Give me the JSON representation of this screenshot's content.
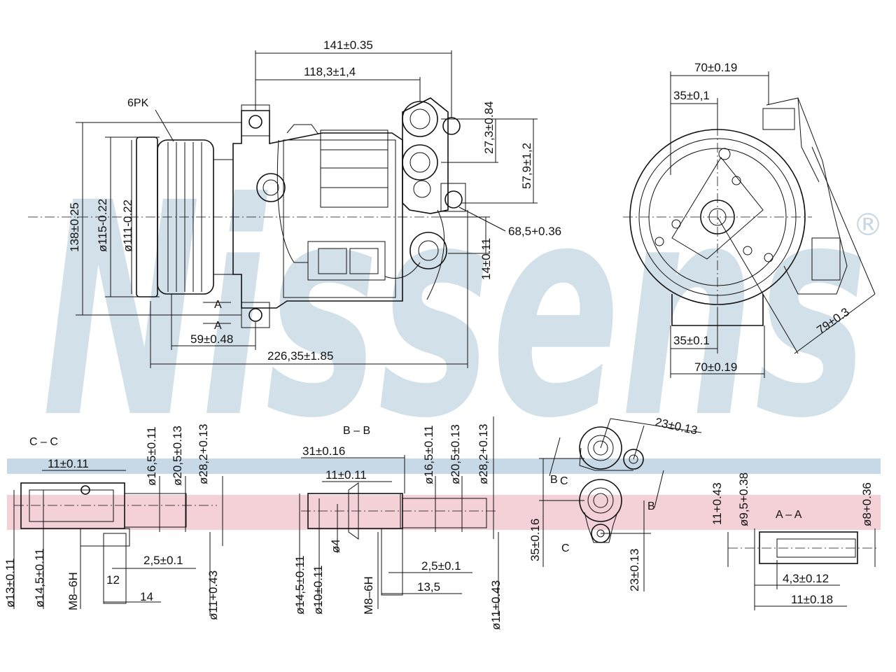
{
  "watermark": {
    "brand": "Nissens",
    "registered": "®",
    "blue_band_color": "#c7d9e6",
    "pink_band_color": "#f2c9d0"
  },
  "main_view": {
    "pulley_label": "6PK",
    "dim_141": "141±0.35",
    "dim_118": "118,3±1,4",
    "dim_138": "138±0.25",
    "dim_115": "ø115-0.22",
    "dim_111": "ø111-0.22",
    "dim_27": "27,3±0.84",
    "dim_57": "57,9±1,2",
    "dim_68": "68,5+0.36",
    "dim_14": "14±0.11",
    "dim_59": "59±0.48",
    "dim_226": "226,35±1.85",
    "section_a1": "A",
    "section_a2": "A"
  },
  "side_view": {
    "dim_70_top": "70±0.19",
    "dim_35_top": "35±0,1",
    "dim_35_bottom": "35±0.1",
    "dim_70_bottom": "70±0.19",
    "dim_79": "79±0.3"
  },
  "section_cc": {
    "title": "C – C",
    "d13": "ø13±0.11",
    "d14_5": "ø14,5±0.11",
    "thread": "M8–6H",
    "d16_5": "ø16,5±0.11",
    "d20_5": "ø20,5±0.13",
    "d28_2": "ø28,2+0.13",
    "len11": "11±0.11",
    "len2_5": "2,5±0.1",
    "len12": "12",
    "len14": "14",
    "d11": "ø11+0.43"
  },
  "section_bb": {
    "title": "B – B",
    "len31": "31±0.16",
    "len11": "11±0.11",
    "d16_5": "ø16,5±0.11",
    "d20_5": "ø20,5±0.13",
    "d28_2": "ø28,2+0.13",
    "d14_5": "ø14,5±0.11",
    "d10": "ø10±0.11",
    "d4": "ø4",
    "thread": "M8–6H",
    "len2_5": "2,5±0.1",
    "len13_5": "13,5",
    "d11": "ø11+0.43"
  },
  "ports_view": {
    "dim_23_top": "23±0.13",
    "dim_35": "35±0.16",
    "dim_23_bottom": "23±0.13",
    "mark_b_left": "B",
    "mark_b_right": "B",
    "mark_c_top": "C",
    "mark_c_bottom": "C"
  },
  "section_aa": {
    "title": "A – A",
    "d11": "11+0.43",
    "d9_5": "ø9,5+0.38",
    "d8": "ø8+0.36",
    "len4_3": "4,3±0.12",
    "len11": "11±0.18"
  }
}
